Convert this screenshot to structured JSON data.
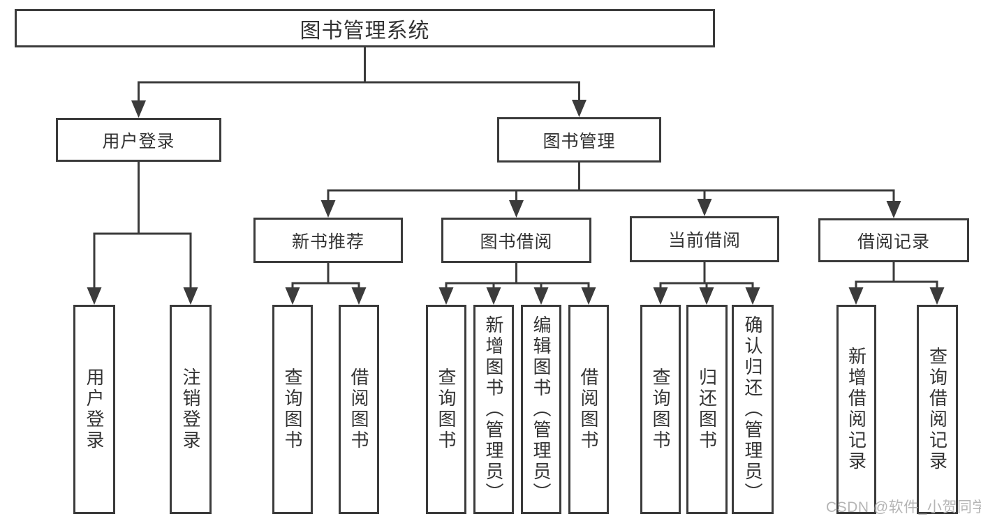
{
  "colors": {
    "line": "#3b3b3b",
    "text": "#333333",
    "watermark": "#b5b5b5",
    "background": "#ffffff"
  },
  "tree": {
    "root": {
      "label": "图书管理系统"
    },
    "level2": [
      {
        "label": "用户登录",
        "children": [
          "用户登录",
          "注销登录"
        ]
      },
      {
        "label": "图书管理"
      }
    ],
    "level3": [
      {
        "label": "新书推荐",
        "children": [
          "查询图书",
          "借阅图书"
        ]
      },
      {
        "label": "图书借阅",
        "children": [
          "查询图书",
          "新增图书（管理员）",
          "编辑图书（管理员）",
          "借阅图书"
        ]
      },
      {
        "label": "当前借阅",
        "children": [
          "查询图书",
          "归还图书",
          "确认归还（管理员）"
        ]
      },
      {
        "label": "借阅记录",
        "children": [
          "新增借阅记录",
          "查询借阅记录"
        ]
      }
    ]
  },
  "watermark": "CSDN @软件_小贺同学"
}
